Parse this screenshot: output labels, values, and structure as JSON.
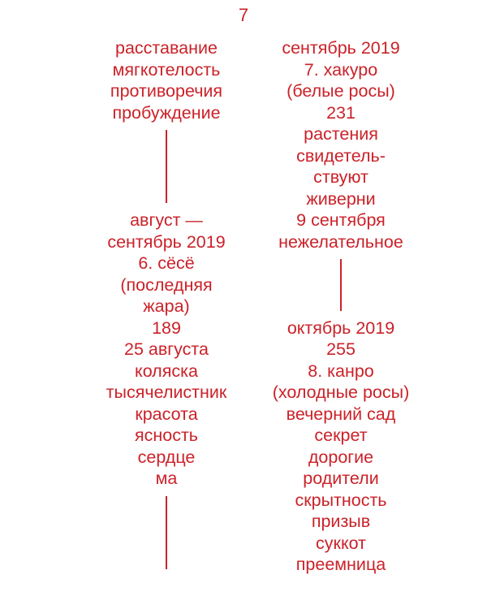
{
  "colors": {
    "text": "#cb2229",
    "background": "#ffffff"
  },
  "page": {
    "number": "7"
  },
  "left_column": {
    "block1": {
      "lines": [
        "расставание",
        "мягкотелость",
        "противоречия",
        "пробуждение"
      ]
    },
    "block2": {
      "lines": [
        "август —",
        "сентябрь 2019",
        "6. сёсё",
        "(последняя",
        "жара)",
        "189",
        "25 августа",
        "коляска",
        "тысячелистник",
        "красота",
        "ясность",
        "сердце",
        "ма"
      ]
    }
  },
  "right_column": {
    "block1": {
      "lines": [
        "сентябрь 2019",
        "7. хакуро",
        "(белые росы)",
        "231",
        "растения",
        "свидетель-",
        "ствуют",
        "живерни",
        "9 сентября",
        "нежелательное"
      ]
    },
    "block2": {
      "lines": [
        "октябрь 2019",
        "255",
        "8. канро",
        "(холодные росы)",
        "вечерний сад",
        "секрет",
        "дорогие",
        "родители",
        "скрытность",
        "призыв",
        "суккот",
        "преемница"
      ]
    }
  }
}
